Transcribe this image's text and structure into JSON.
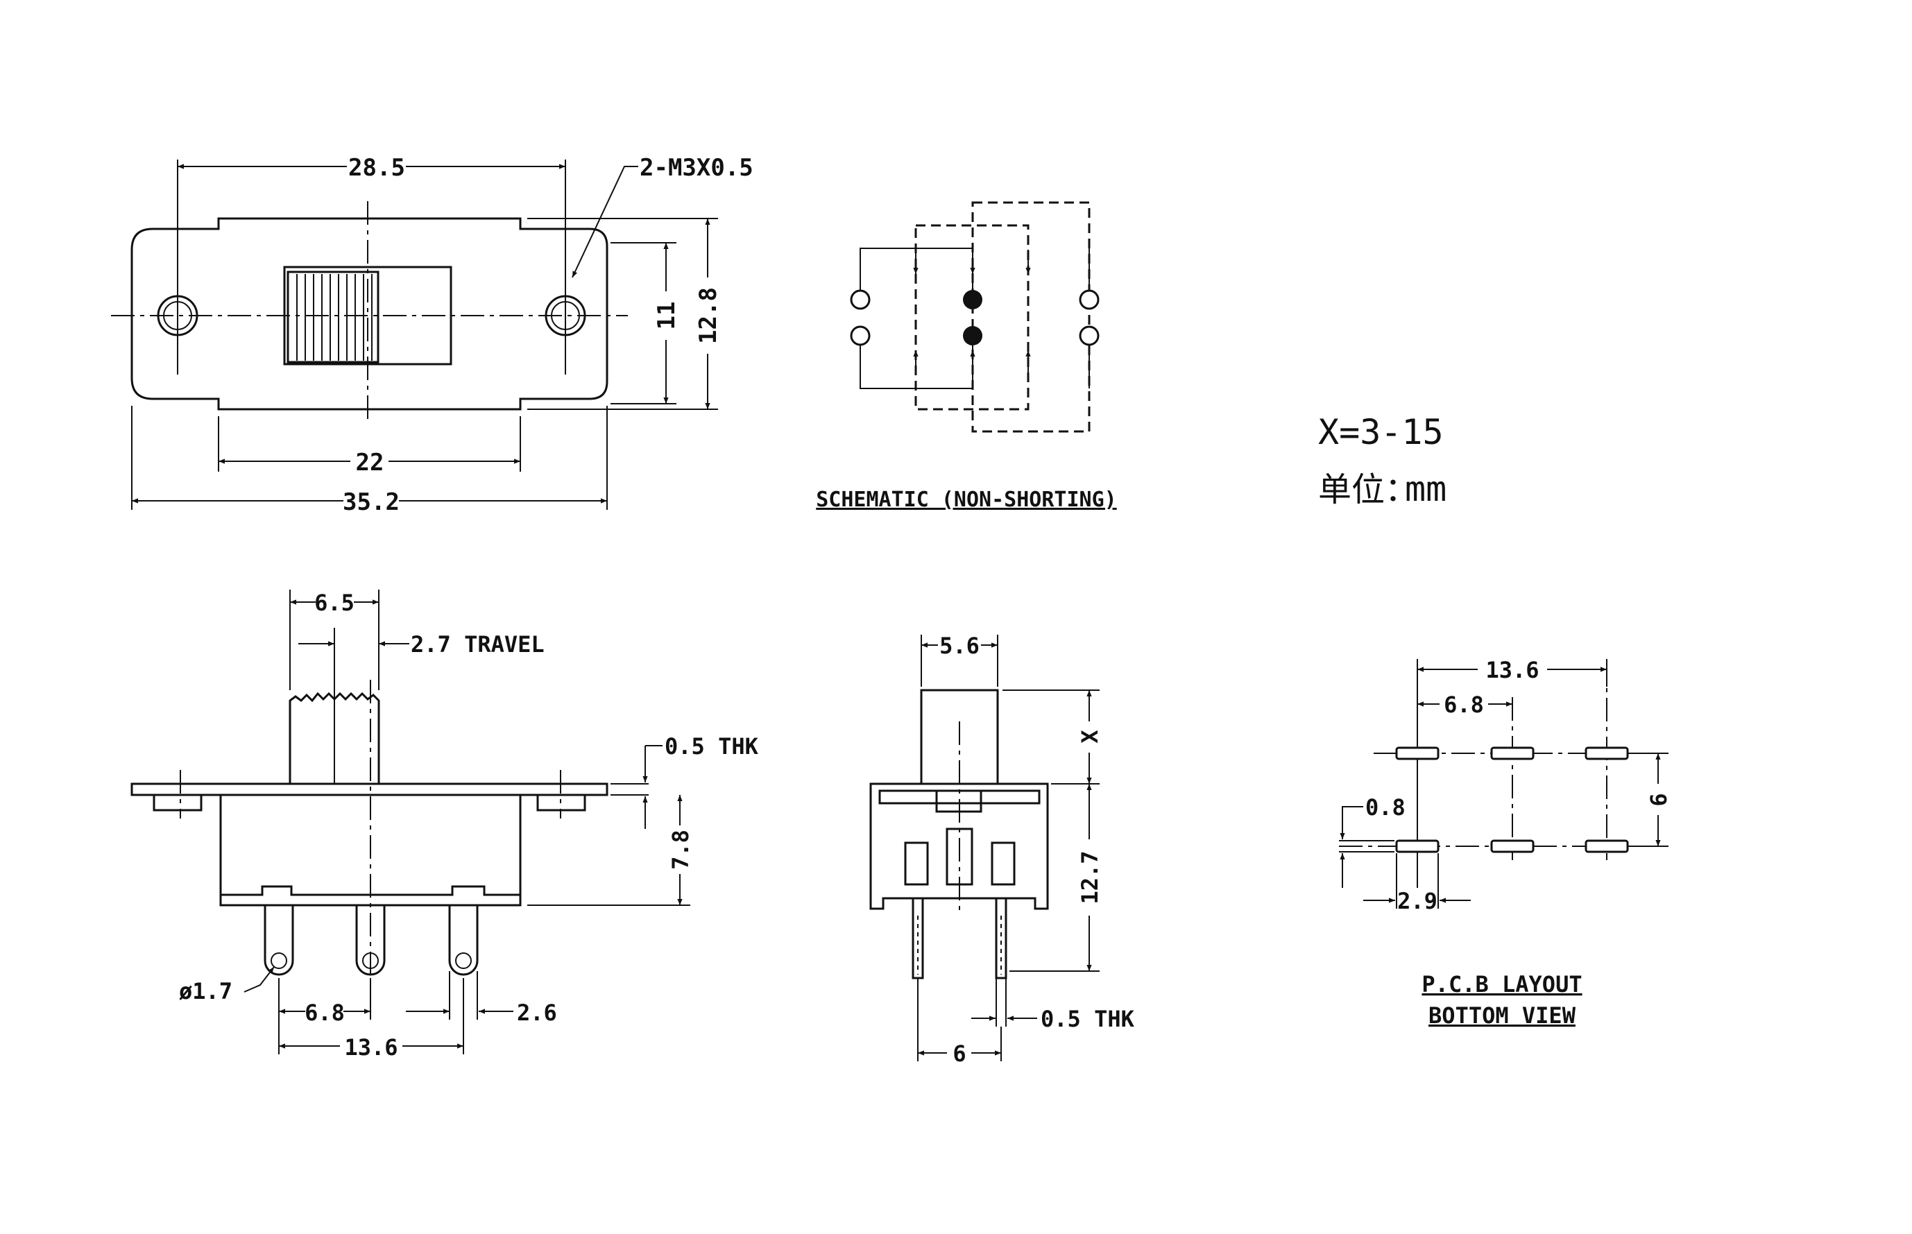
{
  "top_view": {
    "dim_overall_length": "35.2",
    "dim_hole_pitch": "28.5",
    "dim_body_length": "22",
    "dim_body_width": "11",
    "dim_overall_width": "12.8",
    "note_mount_holes": "2-M3X0.5"
  },
  "schematic": {
    "label": "SCHEMATIC (NON-SHORTING)"
  },
  "notes": {
    "x_range": "X=3-15",
    "unit_label": "单位：",
    "unit_value": "mm"
  },
  "front_view": {
    "dim_actuator_width": "6.5",
    "note_travel": "2.7 TRAVEL",
    "note_thickness": "0.5 THK",
    "dim_body_height": "7.8",
    "note_hole_dia": "ø1.7",
    "dim_pin_pitch": "6.8",
    "dim_pin_span": "13.6",
    "dim_pin_width": "2.6"
  },
  "side_view": {
    "dim_actuator_width": "5.6",
    "dim_actuator_height": "X",
    "dim_height": "12.7",
    "note_thickness": "0.5 THK",
    "dim_pin_spacing": "6"
  },
  "pcb_layout": {
    "dim_outer_pitch": "13.6",
    "dim_pitch": "6.8",
    "dim_slot_width": "0.8",
    "dim_slot_length": "2.9",
    "dim_row_spacing": "6",
    "title_line1": "P.C.B LAYOUT",
    "title_line2": "BOTTOM VIEW"
  }
}
